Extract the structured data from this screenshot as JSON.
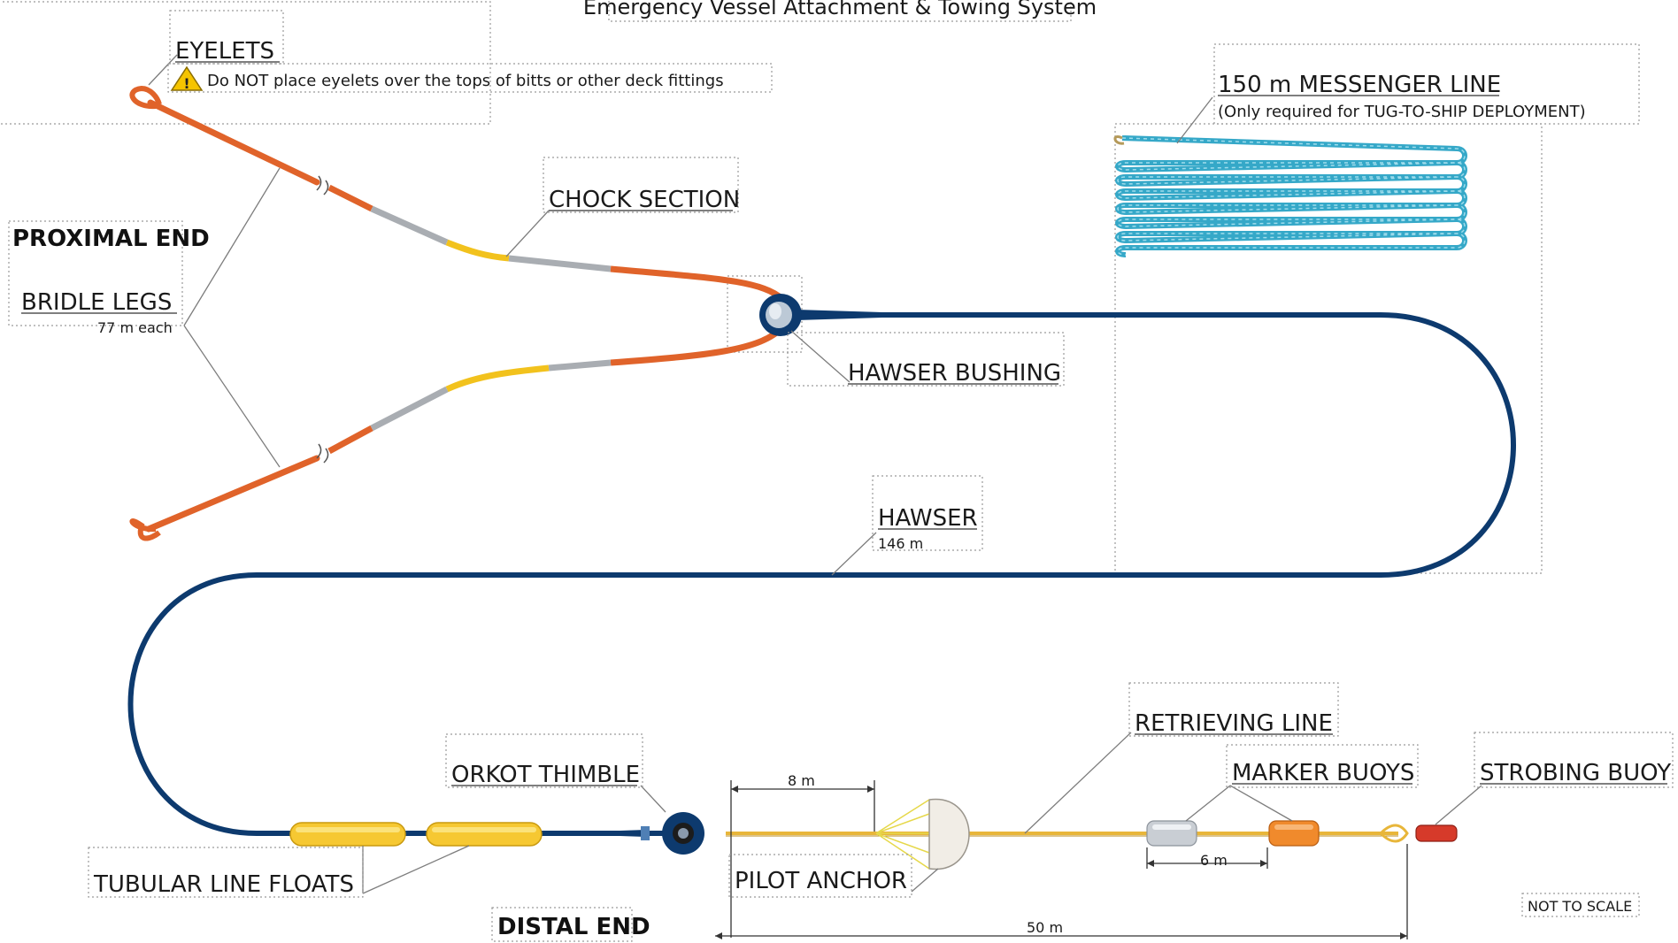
{
  "title": "Emergency Vessel Attachment & Towing System",
  "labels": {
    "eyelets": "EYELETS",
    "eyelets_warning": "Do NOT place eyelets over the tops of bitts or other deck fittings",
    "proximal_end": "PROXIMAL END",
    "bridle_legs": "BRIDLE  LEGS",
    "bridle_legs_length": "77 m each",
    "chock_section": "CHOCK SECTION",
    "messenger_line": "150 m MESSENGER LINE",
    "messenger_note": "(Only required for  TUG-TO-SHIP DEPLOYMENT)",
    "hawser_bushing": "HAWSER BUSHING",
    "hawser": "HAWSER",
    "hawser_length": "146 m",
    "retrieving_line": "RETRIEVING LINE",
    "orkot_thimble": "ORKOT THIMBLE",
    "marker_buoys": "MARKER BUOYS",
    "strobing_buoy": "STROBING BUOY",
    "pilot_anchor": "PILOT ANCHOR",
    "tubular_line_floats": "TUBULAR LINE FLOATS",
    "distal_end": "DISTAL END",
    "not_to_scale": "NOT TO SCALE"
  },
  "dimensions": {
    "anchor_span": "8 m",
    "buoy_spacing": "6 m",
    "overall_span": "50 m"
  },
  "colors": {
    "hawser": "#0d3a6e",
    "bridle": "#e0632a",
    "chock": "#a9adb2",
    "yellow_section": "#f2c21d",
    "messenger": "#35a8c8",
    "float": "#f6c832",
    "marker_buoy_grey": "#c9ced4",
    "marker_buoy_orange": "#f08a2c",
    "strobing_buoy": "#d63a2a",
    "warning": "#f5c400"
  }
}
